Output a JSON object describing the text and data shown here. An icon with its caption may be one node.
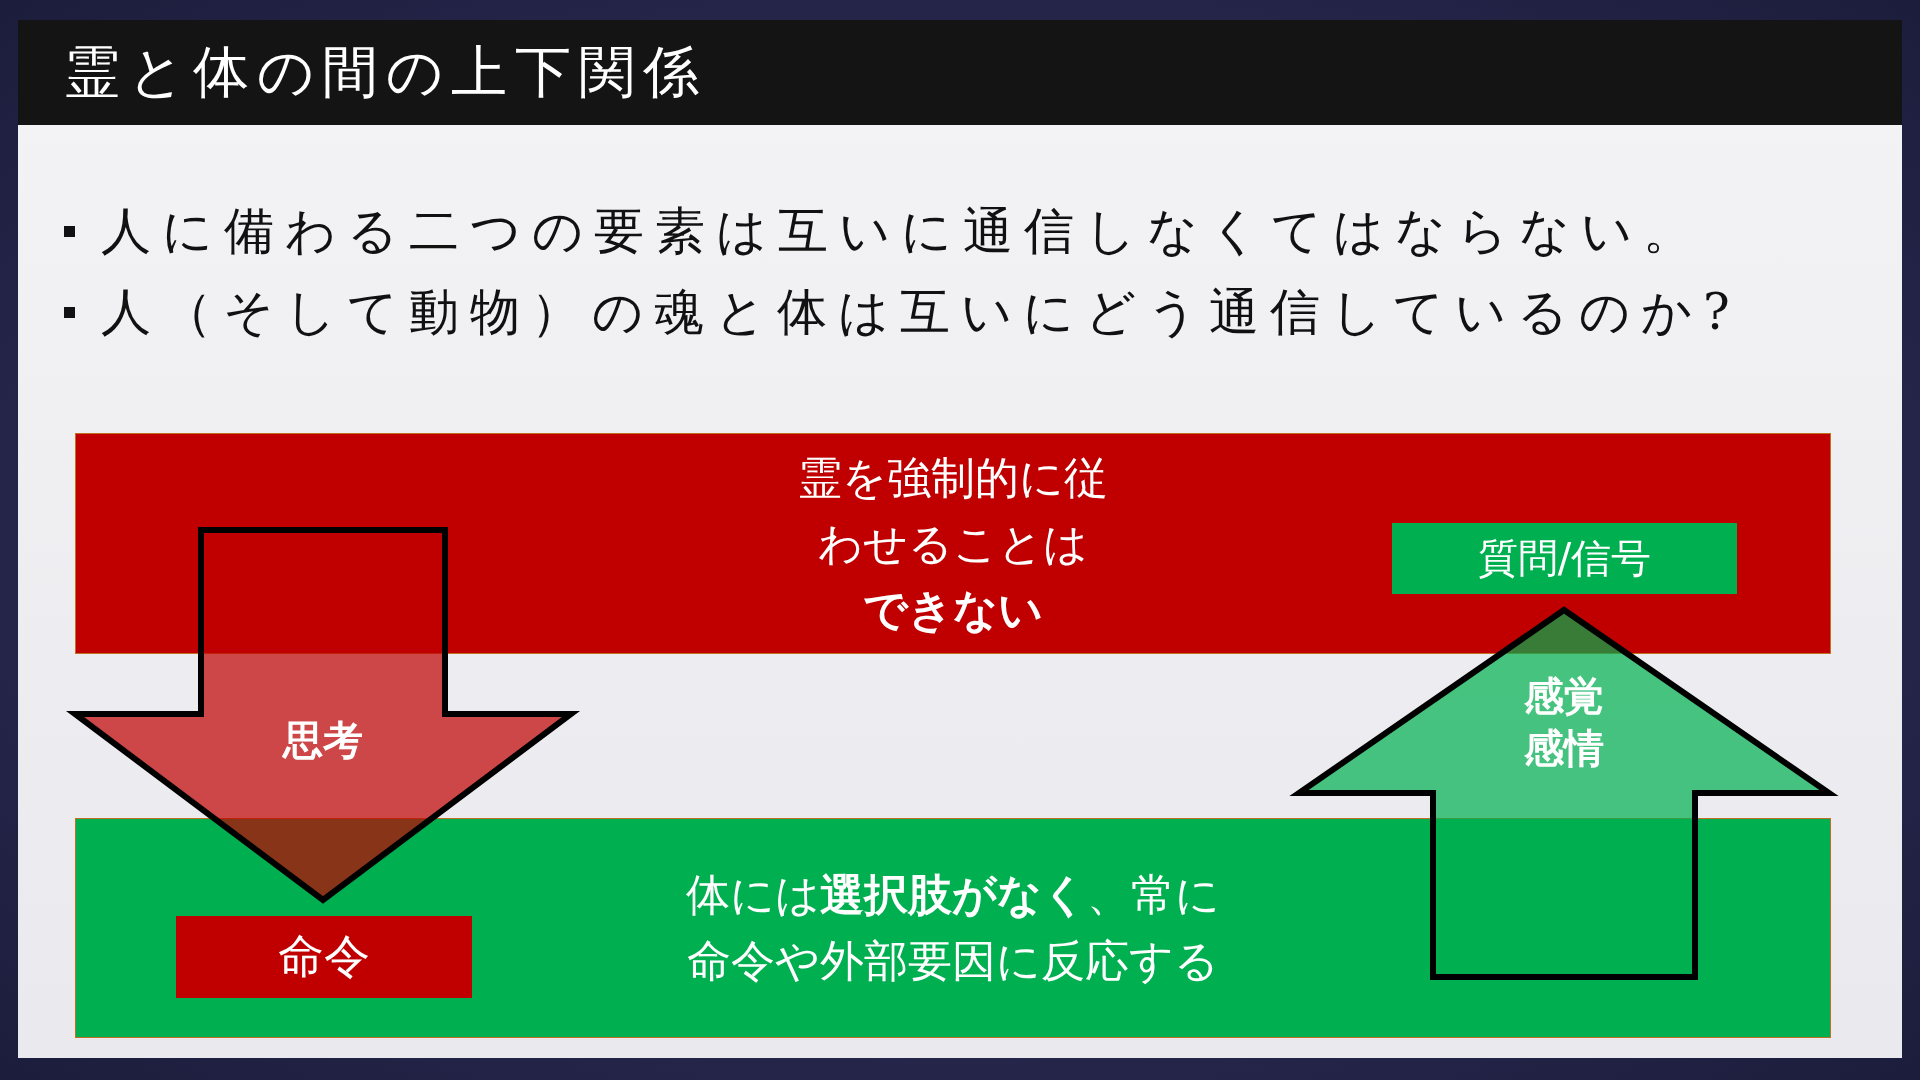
{
  "diagram": {
    "title": "霊と体の間の上下関係",
    "nodes": [
      {
        "text": [
          "霊を強制的に従わせることは",
          "できない"
        ]
      },
      {
        "text": [
          "質問/信号"
        ],
        "in": 0
      },
      {
        "text": [
          "体には**選択肢がなく**、常に命令や外部要因に反応する"
        ]
      },
      {
        "text": [
          "命令"
        ],
        "in": 2
      }
    ],
    "edges": [
      {
        "from": 0,
        "to": 3,
        "arrow": "to",
        "label": "思考",
        "color": "#c00000"
      },
      {
        "from": 2,
        "to": 1,
        "arrow": "to",
        "label": "感覚感情",
        "color": "#00b050"
      }
    ],
    "labels": [
      "人に備わる二つの要素は互いに通信しなくてはならない。",
      "人（そして動物）の魂と体は互いにどう通信しているのか?"
    ]
  }
}
